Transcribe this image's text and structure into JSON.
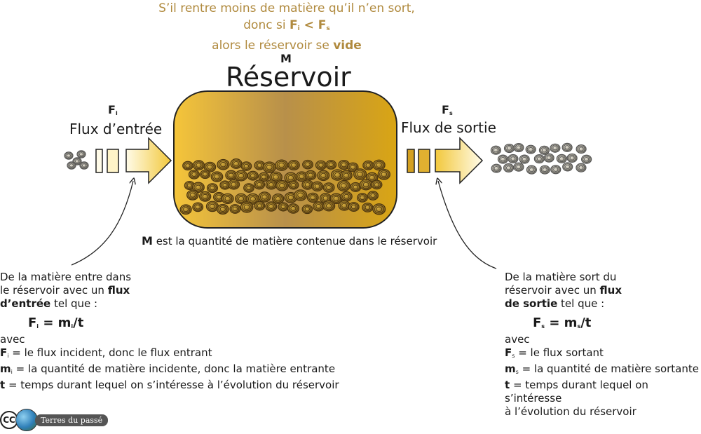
{
  "condition": {
    "line1": "S’il rentre moins de matière qu’il n’en sort,",
    "line2_prefix": "donc si ",
    "fi_letter": "F",
    "fi_sub": "i",
    "lt": " < ",
    "fs_letter": "F",
    "fs_sub": "s",
    "line3_prefix": "alors le réservoir se ",
    "line3_bold": "vide"
  },
  "reservoir": {
    "symbol": "M",
    "title": "Réservoir",
    "caption_symbol": "M",
    "caption_text": " est la quantité de matière contenue dans le réservoir"
  },
  "inflow": {
    "symbol_letter": "F",
    "symbol_sub": "i",
    "label": "Flux d’entrée"
  },
  "outflow": {
    "symbol_letter": "F",
    "symbol_sub": "s",
    "label": "Flux de sortie"
  },
  "left_note": {
    "line1": "De la matière entre dans",
    "line2_prefix": "le réservoir avec un ",
    "line2_bold": "flux",
    "line3_bold": "d’entrée",
    "line3_suffix": " tel que :",
    "formula_F": "F",
    "formula_Fsub": "i",
    "formula_eq": " = m",
    "formula_msub": "i",
    "formula_end": "/t",
    "avec": "avec",
    "def1_letter": "F",
    "def1_sub": "i",
    "def1_text": " = le flux incident, donc le flux entrant",
    "def2_letter": "m",
    "def2_sub": "i",
    "def2_text": " = la quantité de matière incidente, donc la matière entrante",
    "def3_letter": "t",
    "def3_text": " = temps durant lequel on s’intéresse à l’évolution du réservoir"
  },
  "right_note": {
    "line1": "De la matière sort du",
    "line2_prefix": "réservoir avec un ",
    "line2_bold": "flux",
    "line3_bold": "de sortie",
    "line3_suffix": " tel que :",
    "formula_F": "F",
    "formula_Fsub": "s",
    "formula_eq": " = m",
    "formula_msub": "s",
    "formula_end": "/t",
    "avec": "avec",
    "def1_letter": "F",
    "def1_sub": "s",
    "def1_text": " = le flux sortant",
    "def2_letter": "m",
    "def2_sub": "s",
    "def2_text": " = la quantité de matière sortante",
    "def3_letter": "t",
    "def3_text": " = temps durant lequel on s’intéresse",
    "def3_line2": "à l’évolution du réservoir"
  },
  "logo": {
    "cc": "CC",
    "brand": "Terres du passé"
  },
  "colors": {
    "condition_text": "#b08a3e",
    "reservoir_gold": "#e0a820",
    "reservoir_brown": "#b8904a",
    "outflow_bar": "#d4a020"
  }
}
